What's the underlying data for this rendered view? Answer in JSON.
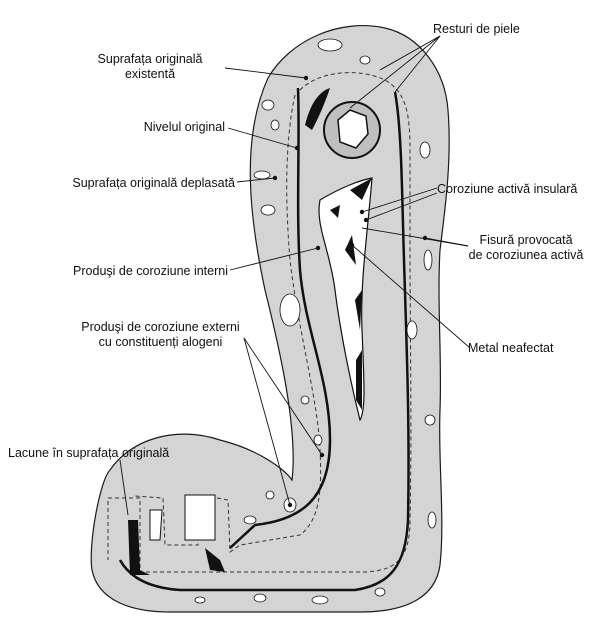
{
  "labels": {
    "resturi_de_piele": "Resturi de piele",
    "suprafata_originala_existenta_1": "Suprafața originală",
    "suprafata_originala_existenta_2": "existentă",
    "nivelul_original": "Nivelul original",
    "suprafata_originala_deplasata": "Suprafața originală deplasată",
    "coroziune_activa_insulara": "Coroziune activă insulară",
    "fisura_1": "Fisură provocată",
    "fisura_2": "de coroziunea activă",
    "produsi_interni": "Produşi de coroziune interni",
    "metal_neafectat": "Metal neafectat",
    "produsi_externi_1": "Produşi de coroziune externi",
    "produsi_externi_2": "cu constituenți alogeni",
    "lacune": "Lacune în suprafața originală"
  },
  "colors": {
    "corrosion_fill": "#d4d4d4",
    "outline": "#1a1a1a",
    "metal": "#ffffff",
    "dashed_line": "#333333"
  }
}
